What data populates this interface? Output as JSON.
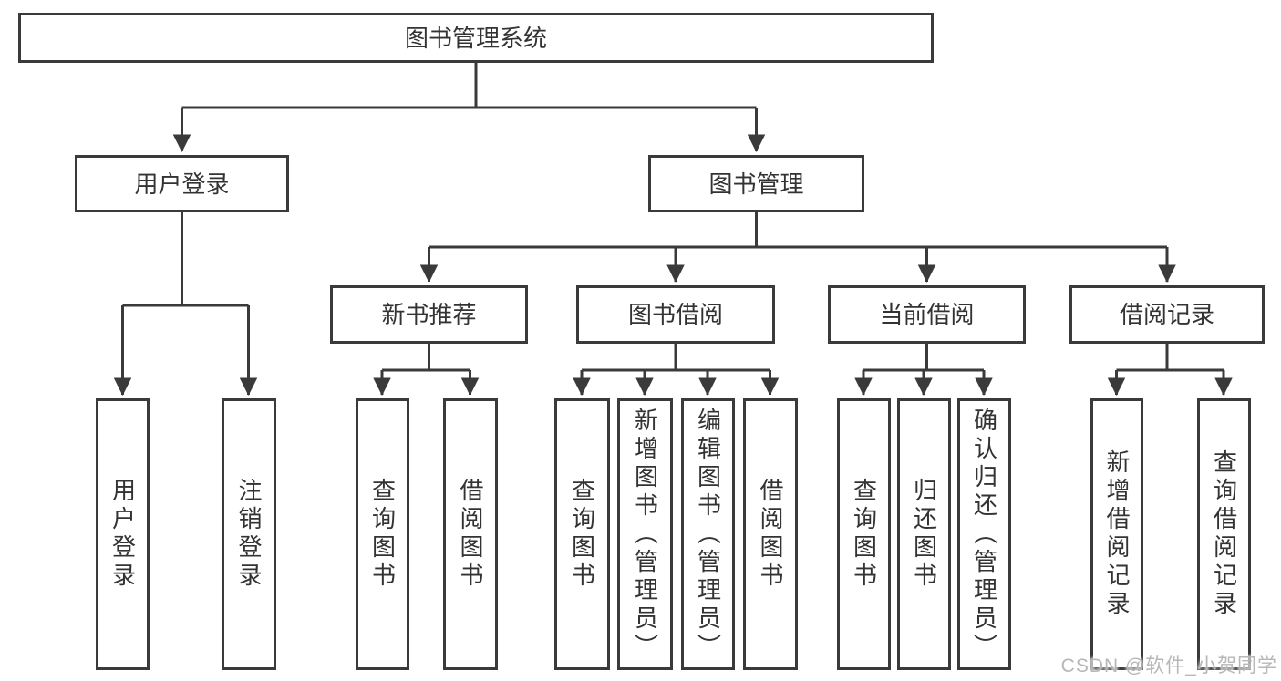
{
  "diagram": {
    "root": "图书管理系统",
    "branches": [
      {
        "label": "用户登录",
        "children": [
          "用户登录",
          "注销登录"
        ]
      },
      {
        "label": "图书管理",
        "children": [
          {
            "label": "新书推荐",
            "children": [
              "查询图书",
              "借阅图书"
            ]
          },
          {
            "label": "图书借阅",
            "children": [
              "查询图书",
              "新增图书（管理员）",
              "编辑图书（管理员）",
              "借阅图书"
            ]
          },
          {
            "label": "当前借阅",
            "children": [
              "查询图书",
              "归还图书",
              "确认归还（管理员）"
            ]
          },
          {
            "label": "借阅记录",
            "children": [
              "新增借阅记录",
              "查询借阅记录"
            ]
          }
        ]
      }
    ]
  },
  "watermark": {
    "text": "CSDN @软件_小贺同学"
  },
  "colors": {
    "line": "#3a3a3a",
    "text": "#333333",
    "watermark": "#b7b7b7",
    "background": "#ffffff"
  }
}
